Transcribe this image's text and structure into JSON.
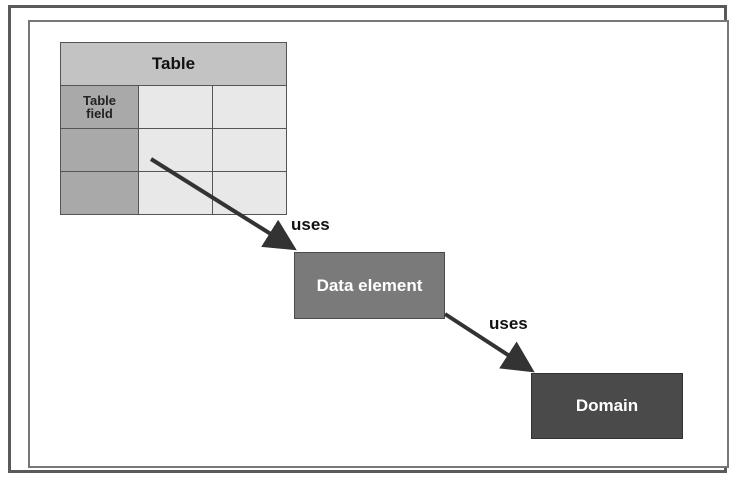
{
  "table": {
    "title": "Table",
    "field_label": "Table field"
  },
  "nodes": {
    "data_element": "Data element",
    "domain": "Domain"
  },
  "edges": {
    "table_to_data_element": "uses",
    "data_element_to_domain": "uses"
  }
}
